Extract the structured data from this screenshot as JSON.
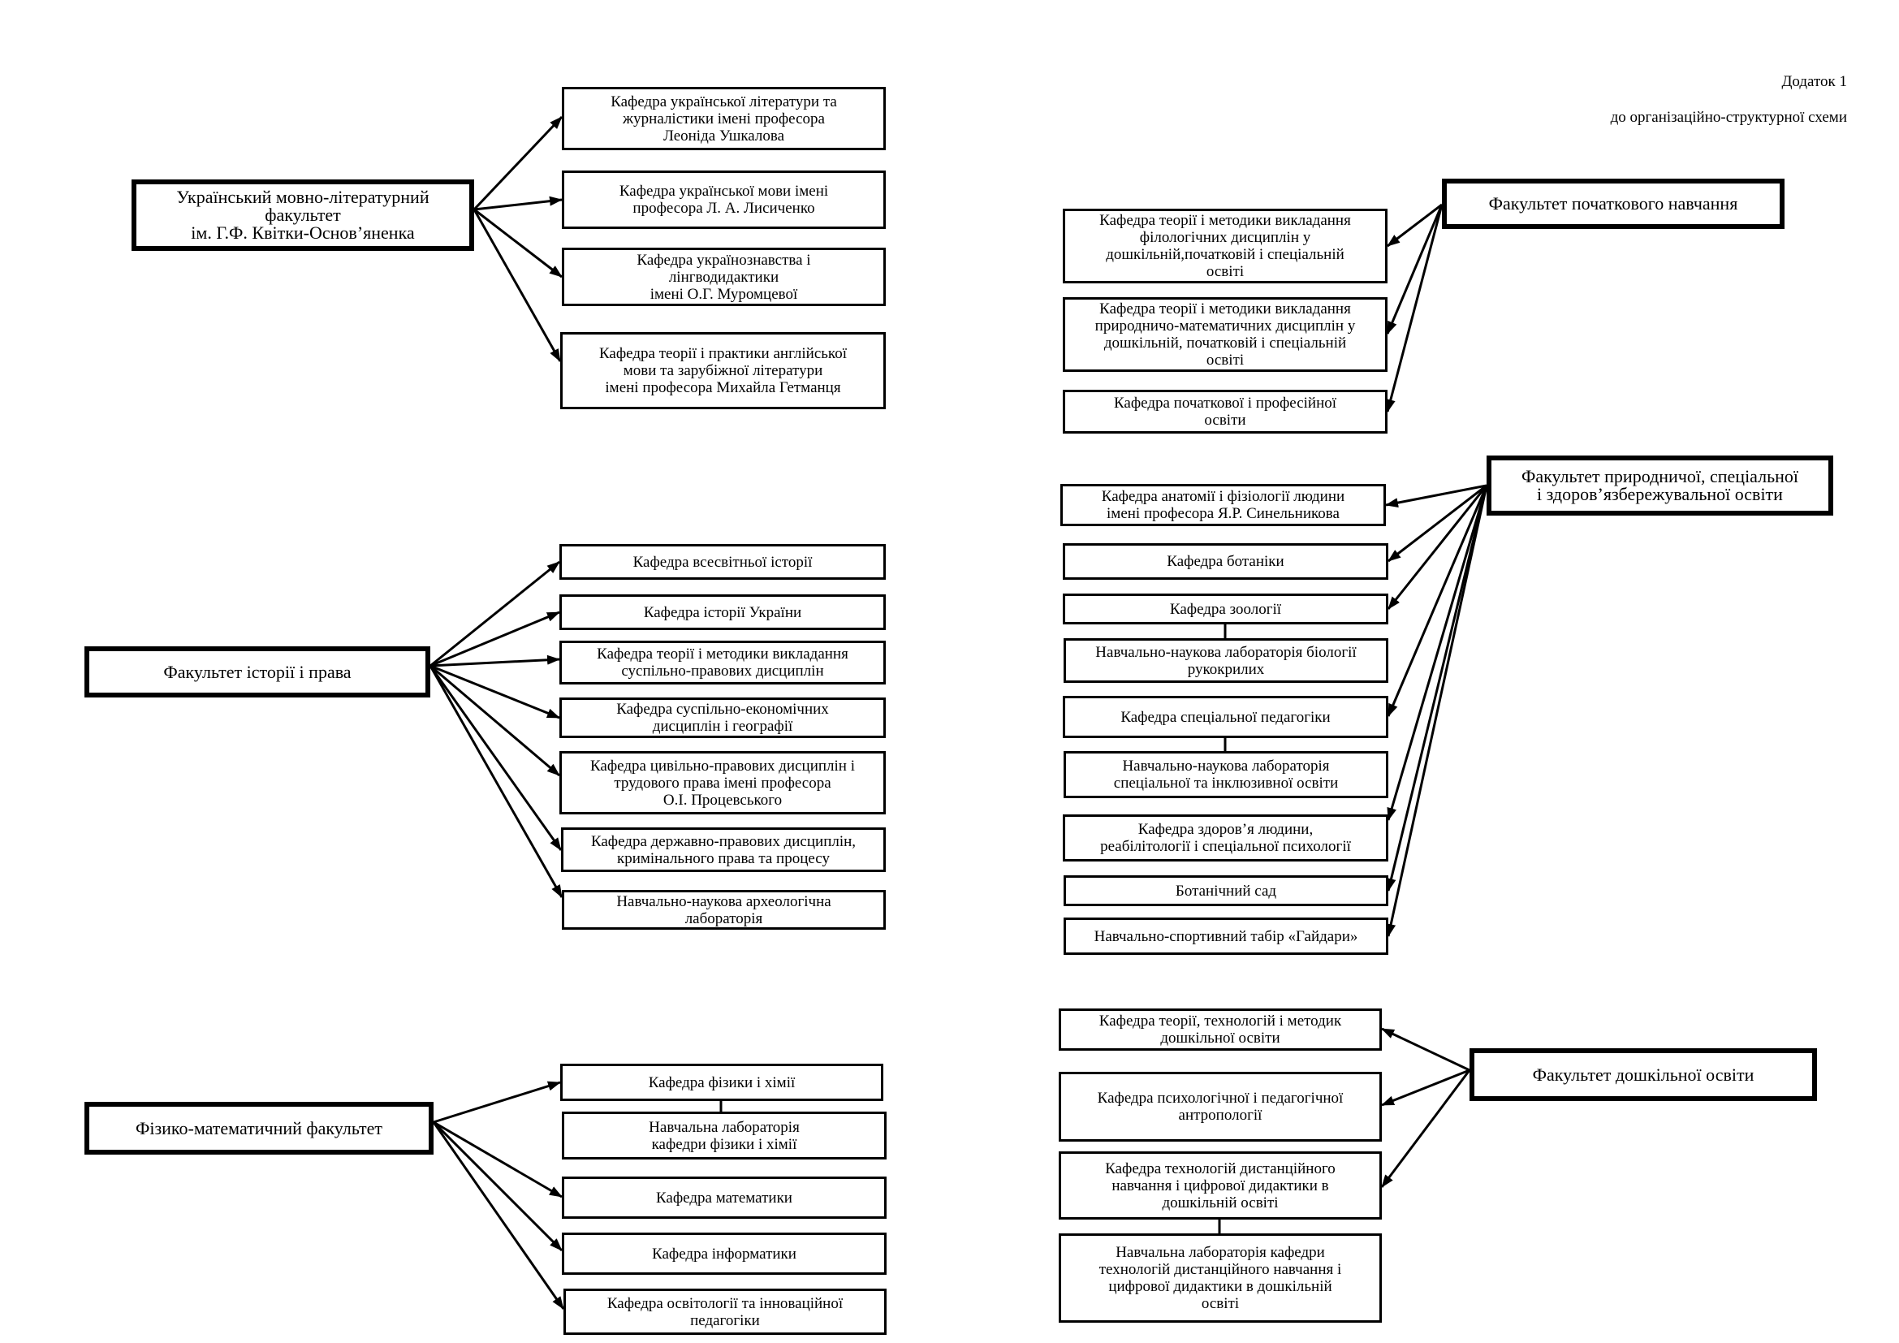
{
  "note": {
    "line1": "Додаток 1",
    "line2": "до організаційно-структурної схеми"
  },
  "faculties": {
    "lang": {
      "title": "Український мовно-літературний\nфакультет\nім. Г.Ф. Квітки-Основ’яненка",
      "units": [
        "Кафедра української літератури та\nжурналістики імені професора\nЛеоніда Ушкалова",
        "Кафедра української мови імені\nпрофесора Л. А. Лисиченко",
        "Кафедра українознавства і\nлінгводидактики\nімені О.Г. Муромцевої",
        "Кафедра теорії і практики англійської\nмови та  зарубіжної літератури\nімені професора Михайла Гетманця"
      ]
    },
    "hist": {
      "title": "Факультет історії і права",
      "units": [
        "Кафедра всесвітньої історії",
        "Кафедра історії України",
        "Кафедра теорії і методики викладання\nсуспільно-правових дисциплін",
        "Кафедра суспільно-економічних\nдисциплін і географії",
        "Кафедра цивільно-правових дисциплін і\nтрудового права імені професора\nО.І. Процевського",
        "Кафедра державно-правових дисциплін,\nкримінального права та процесу",
        "Навчально-наукова археологічна\nлабораторія"
      ]
    },
    "phys": {
      "title": "Фізико-математичний факультет",
      "units": [
        "Кафедра фізики і хімії",
        "Навчальна лабораторія\nкафедри фізики і хімії",
        "Кафедра математики",
        "Кафедра інформатики",
        "Кафедра освітології та інноваційної\nпедагогіки"
      ]
    },
    "prim": {
      "title": "Факультет початкового навчання",
      "units": [
        "Кафедра теорії і методики викладання\nфілологічних дисциплін у\nдошкільній,початковій і спеціальній\nосвіті",
        "Кафедра теорії і методики викладання\nприродничо-математичних дисциплін у\nдошкільній, початковій і спеціальній\nосвіті",
        "Кафедра початкової і професійної\nосвіти"
      ]
    },
    "nat": {
      "title": "Факультет природничої, спеціальної\nі здоров’язбережувальної освіти",
      "units": [
        "Кафедра анатомії і фізіології людини\nімені професора Я.Р. Синельникова",
        "Кафедра ботаніки",
        "Кафедра зоології",
        "Навчально-наукова лабораторія біології\nрукокрилих",
        "Кафедра спеціальної педагогіки",
        "Навчально-наукова лабораторія\nспеціальної та інклюзивної освіти",
        "Кафедра здоров’я людини,\nреабілітології і спеціальної психології",
        "Ботанічний сад",
        "Навчально-спортивний табір «Гайдари»"
      ]
    },
    "presch": {
      "title": "Факультет дошкільної освіти",
      "units": [
        "Кафедра теорії, технологій і методик\nдошкільної освіти",
        "Кафедра психологічної і педагогічної\nантропології",
        "Кафедра технологій дистанційного\nнавчання і цифрової дидактики в\nдошкільній освіті",
        "Навчальна лабораторія кафедри\nтехнологій дистанційного навчання і\nцифрової дидактики в дошкільній\nосвіті"
      ]
    }
  }
}
